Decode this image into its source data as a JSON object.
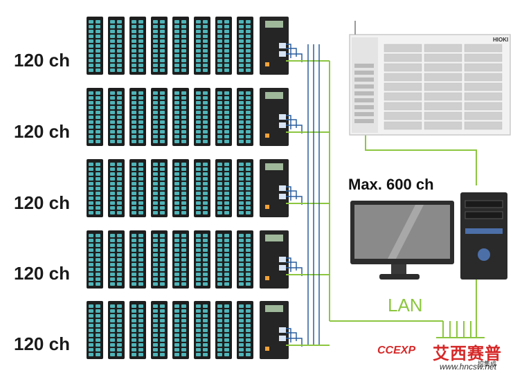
{
  "diagram": {
    "title": "Max. 600 ch",
    "rows": [
      {
        "label": "120 ch"
      },
      {
        "label": "120 ch"
      },
      {
        "label": "120 ch"
      },
      {
        "label": "120 ch"
      },
      {
        "label": "120 ch"
      }
    ],
    "network_label": "LAN",
    "brand_label": "HIOKI",
    "colors": {
      "lan_line": "#8cc63f",
      "signal_line": "#2a5f9e",
      "module_teal": "#4fb4b8",
      "module_dark": "#1e1e1e"
    }
  },
  "watermark": {
    "logo": "CCEXP",
    "chinese": "艾西赛普",
    "subtitle": "控集成",
    "url": "www.hncsw.net"
  }
}
